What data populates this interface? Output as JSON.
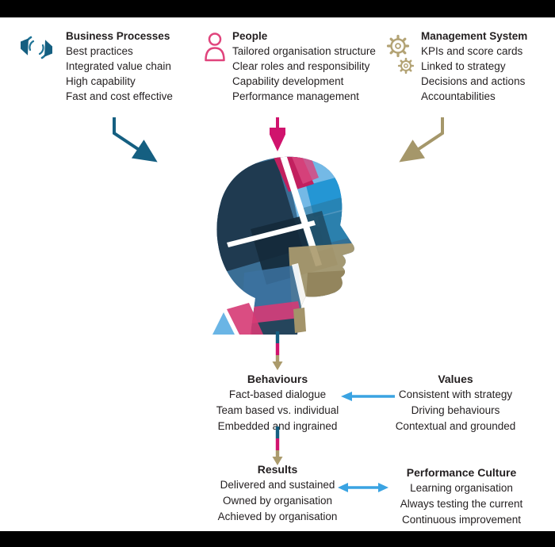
{
  "inputs": [
    {
      "icon": "cycle-arrows-icon",
      "title": "Business Processes",
      "items": [
        "Best practices",
        "Integrated value chain",
        "High capability",
        "Fast and cost effective"
      ]
    },
    {
      "icon": "person-icon",
      "title": "People",
      "items": [
        "Tailored organisation structure",
        "Clear roles and responsibility",
        "Capability development",
        "Performance management"
      ]
    },
    {
      "icon": "gears-icon",
      "title": "Management System",
      "items": [
        "KPIs and score cards",
        "Linked to strategy",
        "Decisions and actions",
        "Accountabilities"
      ]
    }
  ],
  "outcomes": {
    "behaviours": {
      "title": "Behaviours",
      "items": [
        "Fact-based dialogue",
        "Team based vs. individual",
        "Embedded and ingrained"
      ]
    },
    "values": {
      "title": "Values",
      "items": [
        "Consistent with strategy",
        "Driving behaviours",
        "Contextual and grounded"
      ]
    },
    "results": {
      "title": "Results",
      "items": [
        "Delivered and sustained",
        "Owned by organisation",
        "Achieved by organisation"
      ]
    },
    "performance_culture": {
      "title": "Performance Culture",
      "items": [
        "Learning organisation",
        "Always testing the current",
        "Continuous improvement"
      ]
    }
  },
  "colors": {
    "arrow_dark_blue": "#155f81",
    "arrow_pink": "#d0136d",
    "arrow_gold": "#ab9b6c",
    "arrow_light_blue": "#3aa3e2",
    "icon_blue": "#1e7396",
    "icon_pink": "#e0447c",
    "icon_gold": "#b3a375",
    "text": "#231f20",
    "frame": "#000000"
  }
}
